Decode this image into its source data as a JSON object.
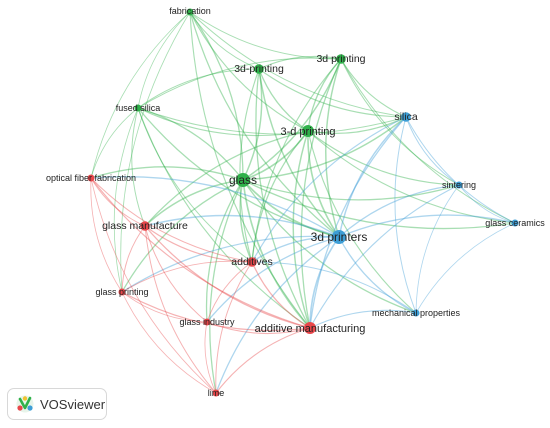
{
  "network": {
    "colors": {
      "green": "#2fb14a",
      "blue": "#3d9ed6",
      "red": "#e8474a"
    },
    "nodes": [
      {
        "id": "fabrication",
        "label": "fabrication",
        "cluster": "green",
        "weight": 1
      },
      {
        "id": "3d-printing-alt",
        "label": "3d printing",
        "cluster": "green",
        "weight": 2
      },
      {
        "id": "3d-printing-hyphen",
        "label": "3d-printing",
        "cluster": "green",
        "weight": 2
      },
      {
        "id": "fused-silica",
        "label": "fused silica",
        "cluster": "green",
        "weight": 1
      },
      {
        "id": "3-d-printing",
        "label": "3-d printing",
        "cluster": "green",
        "weight": 3
      },
      {
        "id": "glass",
        "label": "glass",
        "cluster": "green",
        "weight": 4
      },
      {
        "id": "silica",
        "label": "silica",
        "cluster": "blue",
        "weight": 2
      },
      {
        "id": "sintering",
        "label": "sintering",
        "cluster": "blue",
        "weight": 1
      },
      {
        "id": "glass-ceramics",
        "label": "glass ceramics",
        "cluster": "blue",
        "weight": 1
      },
      {
        "id": "3d-printers",
        "label": "3d printers",
        "cluster": "blue",
        "weight": 4
      },
      {
        "id": "mechanical-properties",
        "label": "mechanical properties",
        "cluster": "blue",
        "weight": 1
      },
      {
        "id": "optical-fiber-fabrication",
        "label": "optical fiber fabrication",
        "cluster": "red",
        "weight": 1
      },
      {
        "id": "glass-manufacture",
        "label": "glass manufacture",
        "cluster": "red",
        "weight": 2
      },
      {
        "id": "additives",
        "label": "additives",
        "cluster": "red",
        "weight": 2
      },
      {
        "id": "glass-printing",
        "label": "glass printing",
        "cluster": "red",
        "weight": 1
      },
      {
        "id": "glass-industry",
        "label": "glass industry",
        "cluster": "red",
        "weight": 1
      },
      {
        "id": "additive-manufacturing",
        "label": "additive manufacturing",
        "cluster": "red",
        "weight": 3
      },
      {
        "id": "lime",
        "label": "lime",
        "cluster": "red",
        "weight": 1
      }
    ],
    "links": [
      [
        "glass",
        "fabrication"
      ],
      [
        "glass",
        "3d-printing-alt"
      ],
      [
        "glass",
        "3d-printing-hyphen"
      ],
      [
        "glass",
        "fused-silica"
      ],
      [
        "glass",
        "3-d-printing"
      ],
      [
        "glass",
        "silica"
      ],
      [
        "glass",
        "sintering"
      ],
      [
        "glass",
        "glass-ceramics"
      ],
      [
        "glass",
        "3d-printers"
      ],
      [
        "glass",
        "mechanical-properties"
      ],
      [
        "glass",
        "optical-fiber-fabrication"
      ],
      [
        "glass",
        "glass-manufacture"
      ],
      [
        "glass",
        "additives"
      ],
      [
        "glass",
        "glass-printing"
      ],
      [
        "glass",
        "glass-industry"
      ],
      [
        "glass",
        "additive-manufacturing"
      ],
      [
        "glass",
        "lime"
      ],
      [
        "fabrication",
        "3d-printing-alt"
      ],
      [
        "fabrication",
        "3d-printing-hyphen"
      ],
      [
        "fabrication",
        "fused-silica"
      ],
      [
        "fabrication",
        "3-d-printing"
      ],
      [
        "fabrication",
        "silica"
      ],
      [
        "fabrication",
        "3d-printers"
      ],
      [
        "fabrication",
        "optical-fiber-fabrication"
      ],
      [
        "fabrication",
        "glass-printing"
      ],
      [
        "fabrication",
        "additive-manufacturing"
      ],
      [
        "3d-printing-alt",
        "3d-printing-hyphen"
      ],
      [
        "3d-printing-alt",
        "3-d-printing"
      ],
      [
        "3d-printing-alt",
        "silica"
      ],
      [
        "3d-printing-alt",
        "sintering"
      ],
      [
        "3d-printing-alt",
        "fused-silica"
      ],
      [
        "3d-printing-alt",
        "3d-printers"
      ],
      [
        "3d-printing-alt",
        "glass-ceramics"
      ],
      [
        "3d-printing-alt",
        "additive-manufacturing"
      ],
      [
        "3d-printing-alt",
        "additives"
      ],
      [
        "3d-printing-hyphen",
        "fused-silica"
      ],
      [
        "3d-printing-hyphen",
        "3-d-printing"
      ],
      [
        "3d-printing-hyphen",
        "silica"
      ],
      [
        "3d-printing-hyphen",
        "3d-printers"
      ],
      [
        "3d-printing-hyphen",
        "additives"
      ],
      [
        "3d-printing-hyphen",
        "additive-manufacturing"
      ],
      [
        "fused-silica",
        "3-d-printing"
      ],
      [
        "fused-silica",
        "silica"
      ],
      [
        "fused-silica",
        "optical-fiber-fabrication"
      ],
      [
        "fused-silica",
        "glass-manufacture"
      ],
      [
        "fused-silica",
        "glass-printing"
      ],
      [
        "fused-silica",
        "additive-manufacturing"
      ],
      [
        "fused-silica",
        "3d-printers"
      ],
      [
        "fused-silica",
        "additives"
      ],
      [
        "3-d-printing",
        "silica"
      ],
      [
        "3-d-printing",
        "sintering"
      ],
      [
        "3-d-printing",
        "glass-ceramics"
      ],
      [
        "3-d-printing",
        "3d-printers"
      ],
      [
        "3-d-printing",
        "additives"
      ],
      [
        "3-d-printing",
        "additive-manufacturing"
      ],
      [
        "3-d-printing",
        "mechanical-properties"
      ],
      [
        "3-d-printing",
        "glass-manufacture"
      ],
      [
        "silica",
        "sintering"
      ],
      [
        "silica",
        "glass-ceramics"
      ],
      [
        "silica",
        "3d-printers"
      ],
      [
        "silica",
        "mechanical-properties"
      ],
      [
        "silica",
        "additive-manufacturing"
      ],
      [
        "silica",
        "additives"
      ],
      [
        "sintering",
        "glass-ceramics"
      ],
      [
        "sintering",
        "3d-printers"
      ],
      [
        "sintering",
        "mechanical-properties"
      ],
      [
        "sintering",
        "additive-manufacturing"
      ],
      [
        "glass-ceramics",
        "3d-printers"
      ],
      [
        "glass-ceramics",
        "mechanical-properties"
      ],
      [
        "3d-printers",
        "mechanical-properties"
      ],
      [
        "3d-printers",
        "additives"
      ],
      [
        "3d-printers",
        "additive-manufacturing"
      ],
      [
        "3d-printers",
        "glass-manufacture"
      ],
      [
        "3d-printers",
        "glass-printing"
      ],
      [
        "3d-printers",
        "glass-industry"
      ],
      [
        "3d-printers",
        "lime"
      ],
      [
        "3d-printers",
        "optical-fiber-fabrication"
      ],
      [
        "mechanical-properties",
        "additive-manufacturing"
      ],
      [
        "mechanical-properties",
        "additives"
      ],
      [
        "optical-fiber-fabrication",
        "glass-manufacture"
      ],
      [
        "optical-fiber-fabrication",
        "additives"
      ],
      [
        "optical-fiber-fabrication",
        "glass-printing"
      ],
      [
        "optical-fiber-fabrication",
        "additive-manufacturing"
      ],
      [
        "optical-fiber-fabrication",
        "lime"
      ],
      [
        "glass-manufacture",
        "additives"
      ],
      [
        "glass-manufacture",
        "glass-printing"
      ],
      [
        "glass-manufacture",
        "glass-industry"
      ],
      [
        "glass-manufacture",
        "additive-manufacturing"
      ],
      [
        "glass-manufacture",
        "lime"
      ],
      [
        "additives",
        "glass-printing"
      ],
      [
        "additives",
        "glass-industry"
      ],
      [
        "additives",
        "additive-manufacturing"
      ],
      [
        "additives",
        "lime"
      ],
      [
        "glass-printing",
        "glass-industry"
      ],
      [
        "glass-printing",
        "additive-manufacturing"
      ],
      [
        "glass-printing",
        "lime"
      ],
      [
        "glass-industry",
        "additive-manufacturing"
      ],
      [
        "glass-industry",
        "lime"
      ],
      [
        "additive-manufacturing",
        "lime"
      ]
    ]
  },
  "brand": {
    "name": "VOSviewer",
    "logo_icon": "vosviewer-logo-icon"
  }
}
